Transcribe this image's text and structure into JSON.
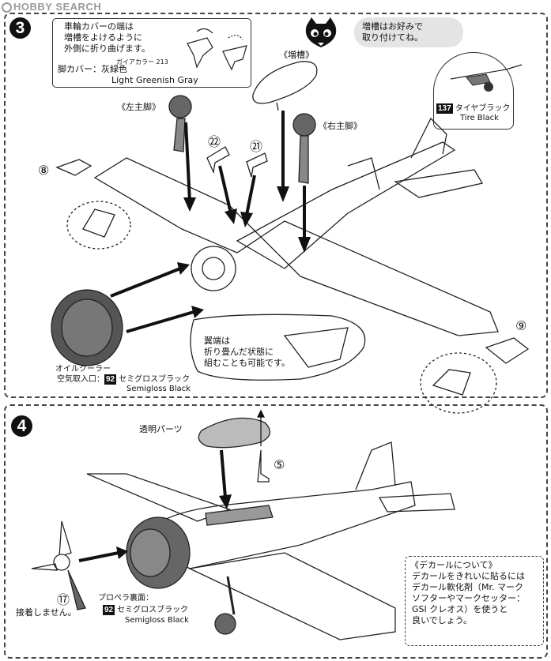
{
  "watermark": "HOBBY SEARCH",
  "steps": [
    "3",
    "4"
  ],
  "step3": {
    "note_lines": [
      "車輪カバーの端は",
      "増槽をよけるように",
      "外側に折り曲げます。"
    ],
    "paint_small": "ガイアカラー 213",
    "paint_label": "脚カバー：灰緑色",
    "paint_en": "Light Greenish Gray",
    "drop_tank": "《増槽》",
    "left_gear": "《左主脚》",
    "right_gear": "《右主脚》",
    "bubble_lines": [
      "増槽はお好みで",
      "取り付けてね。"
    ],
    "tire_code": "137",
    "tire_jp": "タイヤブラック",
    "tire_en": "Tire Black",
    "part_22": "㉒",
    "part_21": "㉑",
    "part_8": "⑧",
    "part_9": "⑨",
    "wing_note_lines": [
      "翼端は",
      "折り畳んだ状態に",
      "組むことも可能です。"
    ],
    "oil_label": "オイルクーラー",
    "intake_label": "空気取入口：",
    "black_code": "92",
    "black_jp": "セミグロスブラック",
    "black_en": "Semigloss Black"
  },
  "step4": {
    "clear_parts": "透明パーツ",
    "part_5": "⑤",
    "part_17": "⑰",
    "no_glue": "接着しません。",
    "prop_label": "プロペラ裏面：",
    "black_code": "92",
    "black_jp": "セミグロスブラック",
    "black_en": "Semigloss Black",
    "decal_title": "《デカールについて》",
    "decal_lines": [
      "デカールをきれいに貼るには",
      "デカール軟化剤（Mr. マーク",
      "ソフターやマークセッター：",
      "GSI クレオス）を使うと",
      "良いでしょう。"
    ]
  }
}
